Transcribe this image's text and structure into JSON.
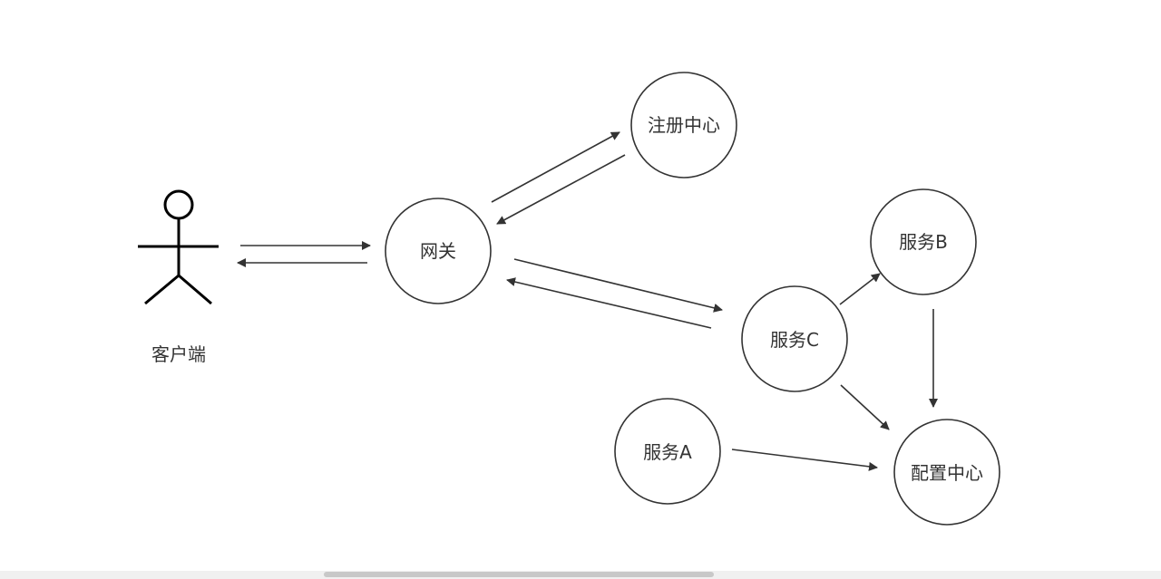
{
  "colors": {
    "stroke": "#333333",
    "node_fill": "#ffffff",
    "label": "#333333",
    "scroll_track": "#f0f0f0",
    "scroll_thumb": "#c8c8c8"
  },
  "actor": {
    "label": "客户端"
  },
  "nodes": {
    "gateway": "网关",
    "registry": "注册中心",
    "service_a": "服务A",
    "service_b": "服务B",
    "service_c": "服务C",
    "config": "配置中心"
  }
}
